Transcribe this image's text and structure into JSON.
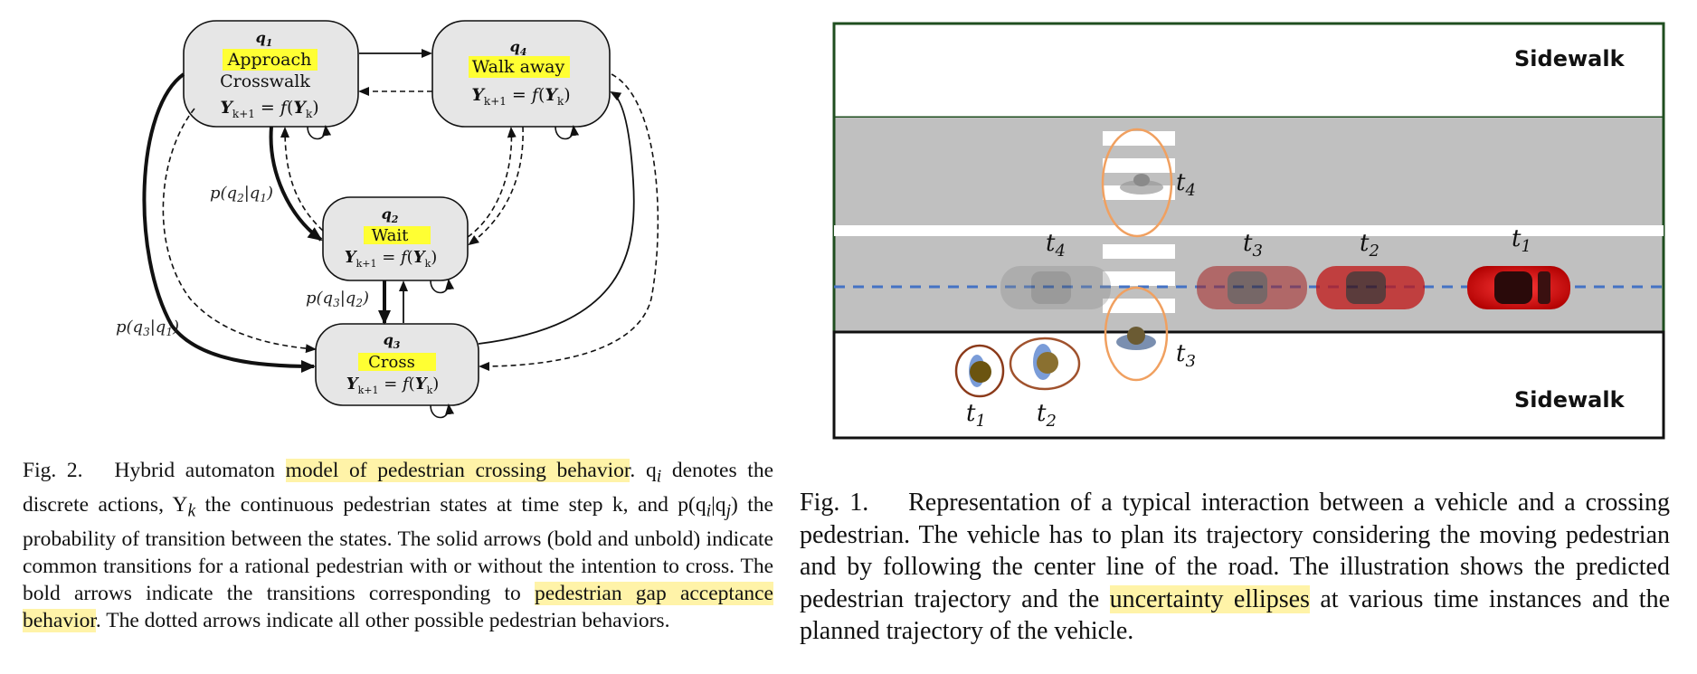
{
  "fig2": {
    "states": [
      {
        "id": "q1",
        "label": "q",
        "sub": "1",
        "name": "Approach",
        "name2": "Crosswalk",
        "eq": "Y_{k+1} = f(Y_k)"
      },
      {
        "id": "q2",
        "label": "q",
        "sub": "2",
        "name": "Wait",
        "eq": "Y_{k+1} = f(Y_k)"
      },
      {
        "id": "q3",
        "label": "q",
        "sub": "3",
        "name": "Cross",
        "eq": "Y_{k+1} = f(Y_k)"
      },
      {
        "id": "q4",
        "label": "q",
        "sub": "4",
        "name": "Walk away",
        "eq": "Y_{k+1} = f(Y_k)"
      }
    ],
    "transition_labels": [
      "p(q2|q1)",
      "p(q3|q2)",
      "p(q3|q1)"
    ],
    "highlight_color": "#ffff33",
    "caption": {
      "prefix": "Fig. 2.",
      "t1": "Hybrid automaton ",
      "h1": "model of pedestrian crossing behavior",
      "t2": ". q",
      "t2sub": "i",
      "t3": " denotes the discrete actions, Y",
      "t3sub": "k",
      "t4": " the continuous pedestrian states at time step k, and p(q",
      "t4sub": "i",
      "t4b": "|q",
      "t4bsub": "j",
      "t5": ") the probability of transition between the states. The solid arrows (bold and unbold) indicate common transitions for a rational pedestrian with or without the intention to cross. The bold arrows indicate the transitions corresponding to ",
      "h2": "pedestrian gap acceptance behavior",
      "t6": ". The dotted arrows indicate all other possible pedestrian behaviors."
    }
  },
  "fig1": {
    "sidewalk_top": "Sidewalk",
    "sidewalk_bottom": "Sidewalk",
    "vehicle_times": [
      "t",
      "t",
      "t",
      "t"
    ],
    "vehicle_subs": [
      "4",
      "3",
      "2",
      "1"
    ],
    "ped_times": [
      "t",
      "t",
      "t",
      "t"
    ],
    "ped_subs": [
      "1",
      "2",
      "3",
      "4"
    ],
    "colors": {
      "road": "#c0c0c0",
      "border_green": "#1f4e1f",
      "centerline": "#4472c4",
      "car": "#e01e1e",
      "ellipse": "#f0a060"
    },
    "caption": {
      "prefix": "Fig. 1.",
      "t1": "Representation of a typical interaction between a vehicle and a crossing pedestrian. The vehicle has to plan its trajectory considering the moving pedestrian and by following the center line of the road. The illustration shows the predicted pedestrian trajectory and the ",
      "h1": "uncertainty ellipses",
      "t2": " at various time instances and the planned trajectory of the vehicle."
    }
  }
}
